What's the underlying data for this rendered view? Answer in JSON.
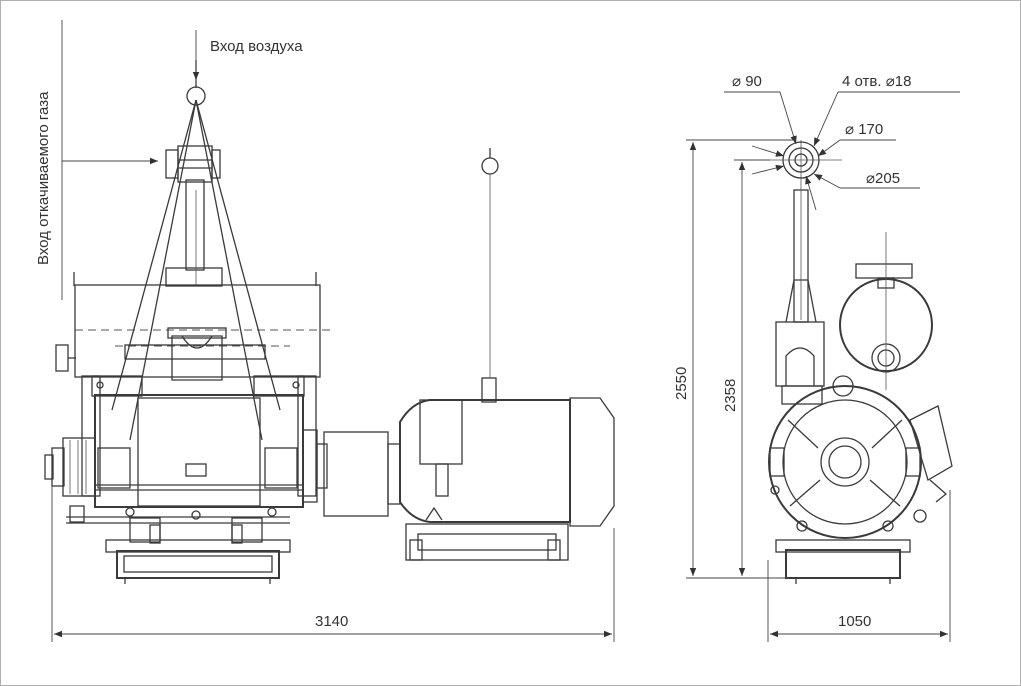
{
  "labels": {
    "air_inlet": "Вход воздуха",
    "gas_inlet": "Вход откачиваемого газа",
    "dia_90": "⌀ 90",
    "holes": "4 отв. ⌀18",
    "dia_170": "⌀ 170",
    "dia_205": "⌀205"
  },
  "dimensions": {
    "total_length": "3140",
    "width": "1050",
    "height_total": "2550",
    "height_flange": "2358"
  }
}
